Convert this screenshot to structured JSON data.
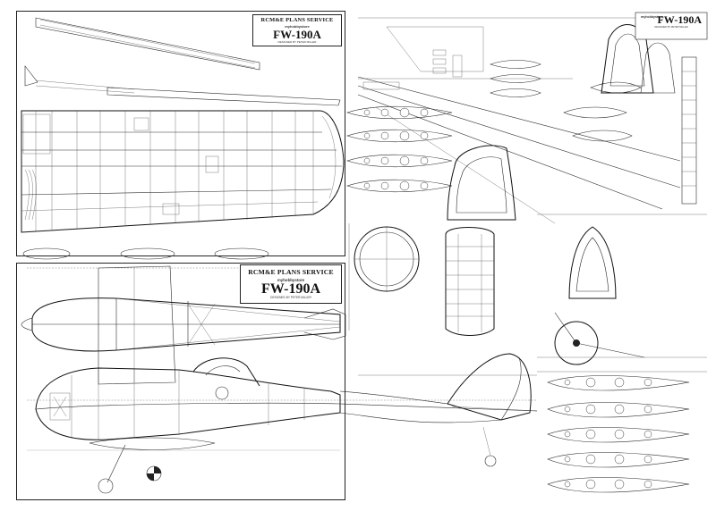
{
  "sheets": [
    {
      "service": "RCM&E PLANS SERVICE",
      "brand": "myhobbystore",
      "title": "FW-190A",
      "designer": "DESIGNED BY PETER MILLER"
    },
    {
      "service": "RCM&E PLANS SERVICE",
      "brand": "myhobbystore",
      "title": "FW-190A",
      "designer": "DESIGNED BY PETER MILLER"
    },
    {
      "service": "",
      "brand": "myhobbystore",
      "title": "FW-190A",
      "designer": "DESIGNED BY PETER MILLER"
    }
  ],
  "icons": {
    "roundel": "balkenkreuz-roundel-icon"
  }
}
